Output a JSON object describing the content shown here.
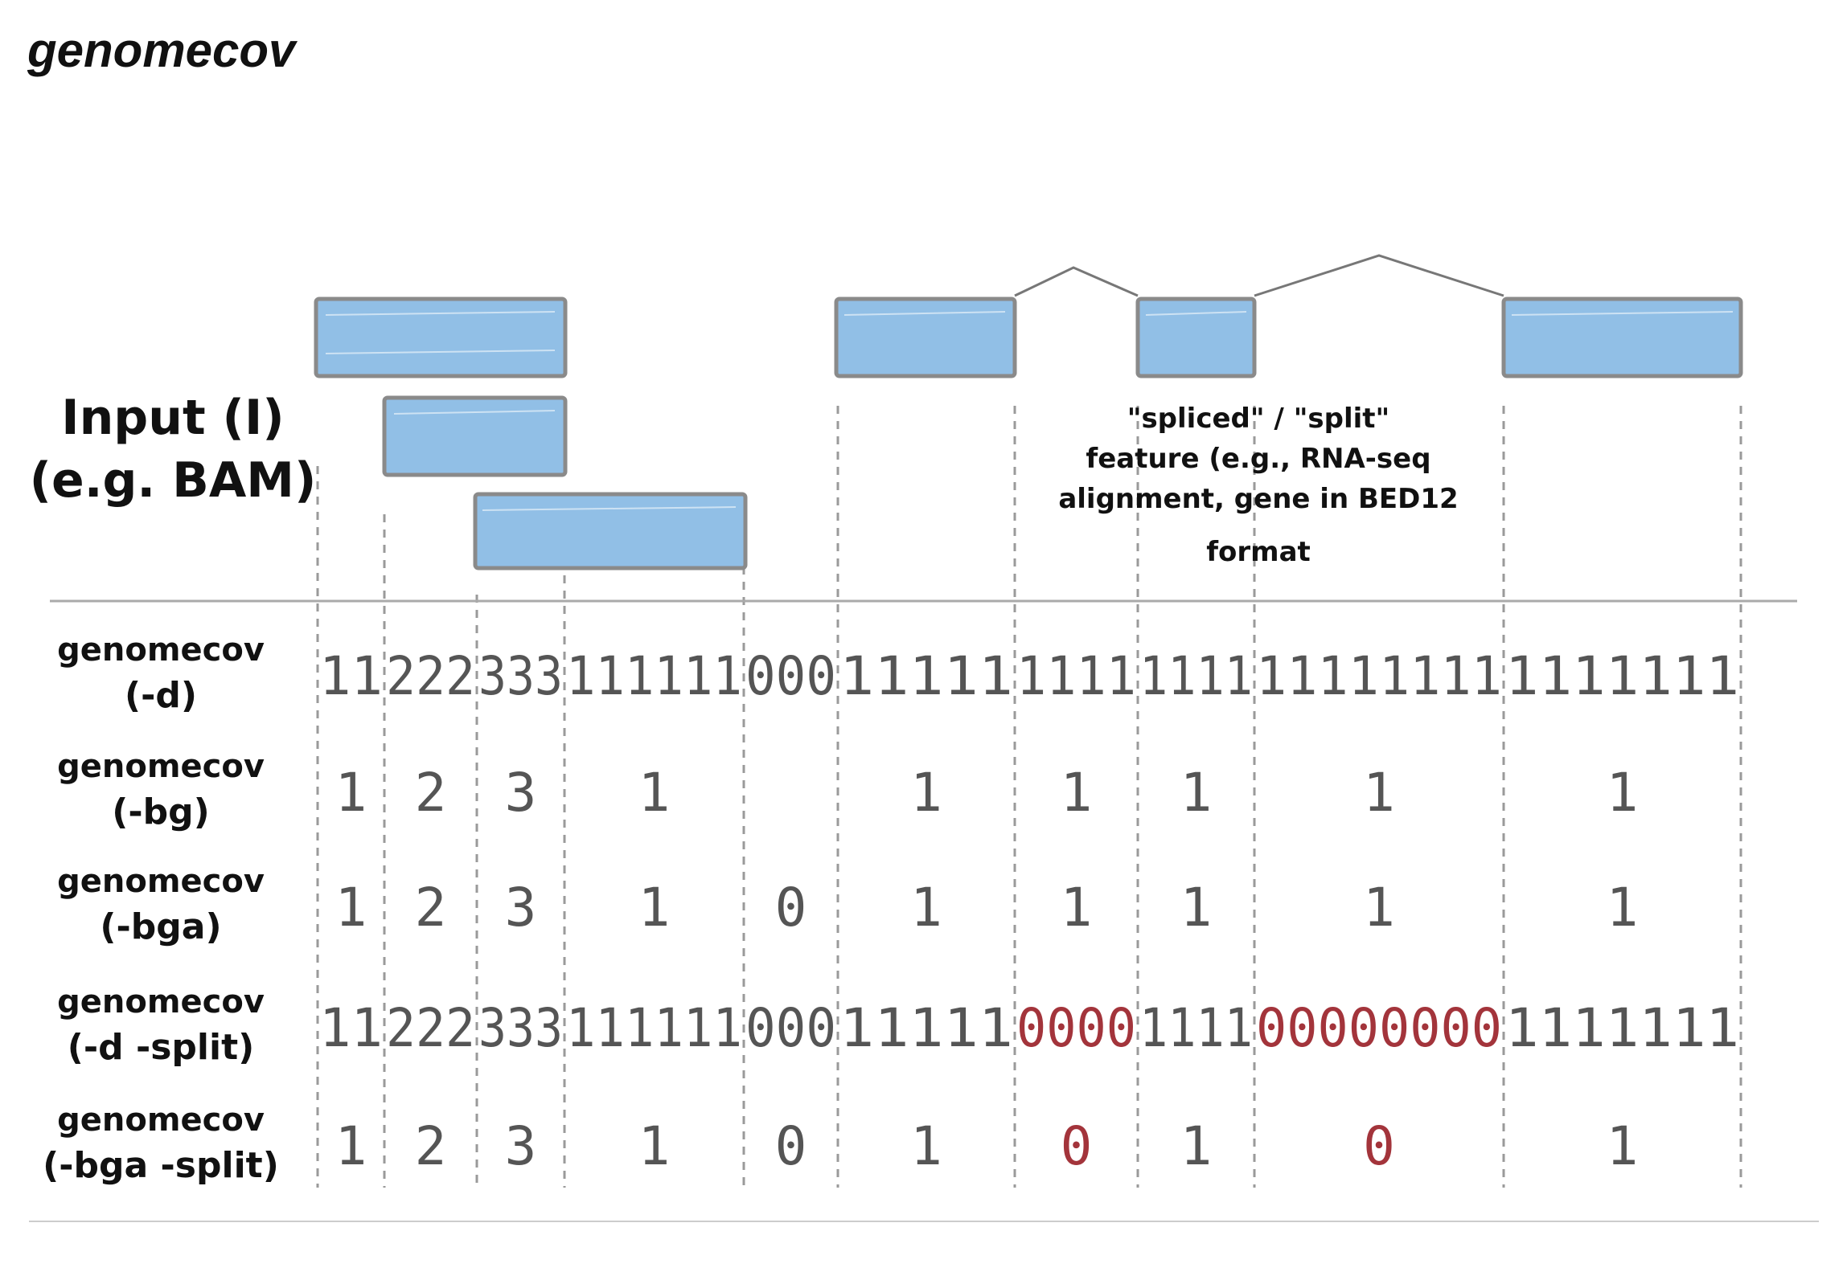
{
  "title": "genomecov",
  "input_label": [
    "Input (I)",
    "(e.g. BAM)"
  ],
  "annotation": [
    "\"spliced\" / \"split\"",
    "feature (e.g., RNA-seq",
    "alignment, gene in BED12",
    "format"
  ],
  "colors": {
    "block_fill": "#91bfe6",
    "block_stroke": "#8a8a8a",
    "flag": "#a3343b",
    "text": "#111111",
    "number": "#555555",
    "guide": "#9a9a9a"
  },
  "rows": [
    {
      "name": "genomecov",
      "flag": "(-d)",
      "mode": "per-base",
      "segments": [
        {
          "text": "11",
          "split_zero": false
        },
        {
          "text": "222",
          "split_zero": false
        },
        {
          "text": "333",
          "split_zero": false
        },
        {
          "text": "111111",
          "split_zero": false
        },
        {
          "text": "000",
          "split_zero": false
        },
        {
          "text": "11111",
          "split_zero": false
        },
        {
          "text": "1111",
          "split_zero": false
        },
        {
          "text": "1111",
          "split_zero": false
        },
        {
          "text": "11111111",
          "split_zero": false
        },
        {
          "text": "1111111",
          "split_zero": false
        }
      ]
    },
    {
      "name": "genomecov",
      "flag": "(-bg)",
      "mode": "interval",
      "segments": [
        {
          "text": "1",
          "split_zero": false
        },
        {
          "text": "2",
          "split_zero": false
        },
        {
          "text": "3",
          "split_zero": false
        },
        {
          "text": "1",
          "split_zero": false
        },
        {
          "text": "",
          "split_zero": false
        },
        {
          "text": "1",
          "split_zero": false
        },
        {
          "text": "1",
          "split_zero": false
        },
        {
          "text": "1",
          "split_zero": false
        },
        {
          "text": "1",
          "split_zero": false
        },
        {
          "text": "1",
          "split_zero": false
        }
      ]
    },
    {
      "name": "genomecov",
      "flag": "(-bga)",
      "mode": "interval",
      "segments": [
        {
          "text": "1",
          "split_zero": false
        },
        {
          "text": "2",
          "split_zero": false
        },
        {
          "text": "3",
          "split_zero": false
        },
        {
          "text": "1",
          "split_zero": false
        },
        {
          "text": "0",
          "split_zero": false
        },
        {
          "text": "1",
          "split_zero": false
        },
        {
          "text": "1",
          "split_zero": false
        },
        {
          "text": "1",
          "split_zero": false
        },
        {
          "text": "1",
          "split_zero": false
        },
        {
          "text": "1",
          "split_zero": false
        }
      ]
    },
    {
      "name": "genomecov",
      "flag": "(-d -split)",
      "mode": "per-base",
      "segments": [
        {
          "text": "11",
          "split_zero": false
        },
        {
          "text": "222",
          "split_zero": false
        },
        {
          "text": "333",
          "split_zero": false
        },
        {
          "text": "111111",
          "split_zero": false
        },
        {
          "text": "000",
          "split_zero": false
        },
        {
          "text": "11111",
          "split_zero": false
        },
        {
          "text": "0000",
          "split_zero": true
        },
        {
          "text": "1111",
          "split_zero": false
        },
        {
          "text": "00000000",
          "split_zero": true
        },
        {
          "text": "1111111",
          "split_zero": false
        }
      ]
    },
    {
      "name": "genomecov",
      "flag": "(-bga -split)",
      "mode": "interval",
      "segments": [
        {
          "text": "1",
          "split_zero": false
        },
        {
          "text": "2",
          "split_zero": false
        },
        {
          "text": "3",
          "split_zero": false
        },
        {
          "text": "1",
          "split_zero": false
        },
        {
          "text": "0",
          "split_zero": false
        },
        {
          "text": "1",
          "split_zero": false
        },
        {
          "text": "0",
          "split_zero": true
        },
        {
          "text": "1",
          "split_zero": false
        },
        {
          "text": "0",
          "split_zero": true
        },
        {
          "text": "1",
          "split_zero": false
        }
      ]
    }
  ]
}
